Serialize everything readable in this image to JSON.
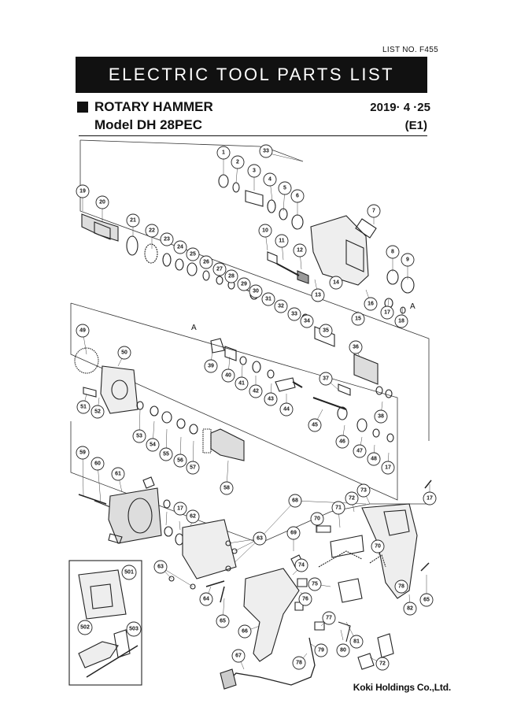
{
  "header": {
    "list_no": "LIST NO. F455",
    "banner": "ELECTRIC TOOL PARTS LIST",
    "product": "ROTARY HAMMER",
    "model": "Model DH 28PEC",
    "date": "2019· 4 ·25",
    "code": "(E1)"
  },
  "footer": {
    "brand": "Koki Holdings Co.,Ltd."
  },
  "markers": [
    "A",
    "A"
  ],
  "callouts": [
    "1",
    "2",
    "3",
    "4",
    "5",
    "6",
    "7",
    "8",
    "9",
    "10",
    "11",
    "12",
    "13",
    "14",
    "15",
    "16",
    "17",
    "18",
    "19",
    "20",
    "21",
    "22",
    "23",
    "24",
    "25",
    "26",
    "27",
    "28",
    "29",
    "30",
    "31",
    "32",
    "33",
    "33",
    "34",
    "35",
    "36",
    "37",
    "38",
    "39",
    "40",
    "41",
    "42",
    "43",
    "44",
    "45",
    "46",
    "47",
    "48",
    "49",
    "50",
    "51",
    "52",
    "53",
    "54",
    "55",
    "56",
    "57",
    "58",
    "59",
    "60",
    "61",
    "17",
    "62",
    "63",
    "63",
    "64",
    "65",
    "65",
    "66",
    "67",
    "68",
    "69",
    "70",
    "70",
    "71",
    "72",
    "72",
    "73",
    "74",
    "75",
    "76",
    "77",
    "78",
    "78",
    "79",
    "80",
    "81",
    "82",
    "501",
    "502",
    "503",
    "17",
    "17"
  ]
}
